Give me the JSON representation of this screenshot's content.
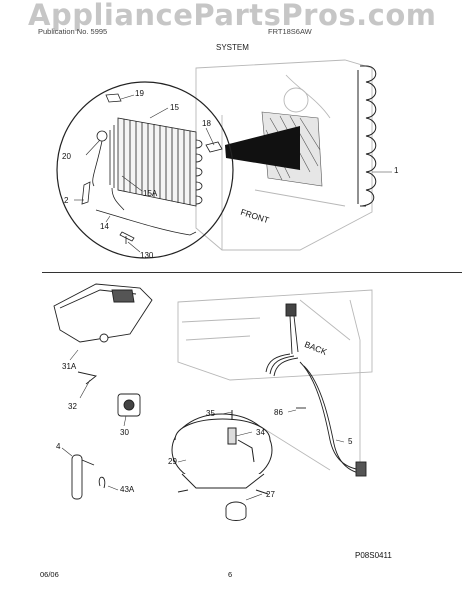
{
  "watermark": "AppliancePartsPros.com",
  "header": {
    "left": "Publication No. 5995",
    "center": "FRT18S6AW",
    "section": "SYSTEM"
  },
  "callouts": [
    {
      "id": "c19",
      "text": "19"
    },
    {
      "id": "c15",
      "text": "15"
    },
    {
      "id": "c18",
      "text": "18"
    },
    {
      "id": "c20",
      "text": "20"
    },
    {
      "id": "c15a",
      "text": "15A"
    },
    {
      "id": "c2",
      "text": "2"
    },
    {
      "id": "c14",
      "text": "14"
    },
    {
      "id": "c130",
      "text": "130"
    },
    {
      "id": "c1",
      "text": "1"
    },
    {
      "id": "c31a",
      "text": "31A"
    },
    {
      "id": "c32",
      "text": "32"
    },
    {
      "id": "c30",
      "text": "30"
    },
    {
      "id": "c4",
      "text": "4"
    },
    {
      "id": "c43a",
      "text": "43A"
    },
    {
      "id": "c35",
      "text": "35"
    },
    {
      "id": "c86",
      "text": "86"
    },
    {
      "id": "c34",
      "text": "34"
    },
    {
      "id": "c29",
      "text": "29"
    },
    {
      "id": "c5",
      "text": "5"
    },
    {
      "id": "c27",
      "text": "27"
    }
  ],
  "orientation_labels": {
    "front": "FRONT",
    "back": "BACK"
  },
  "diagram_code": "P08S0411",
  "footer": {
    "date": "06/06",
    "page": "6"
  },
  "colors": {
    "line": "#222222",
    "light": "#b8b8b8",
    "rule": "#333333"
  }
}
